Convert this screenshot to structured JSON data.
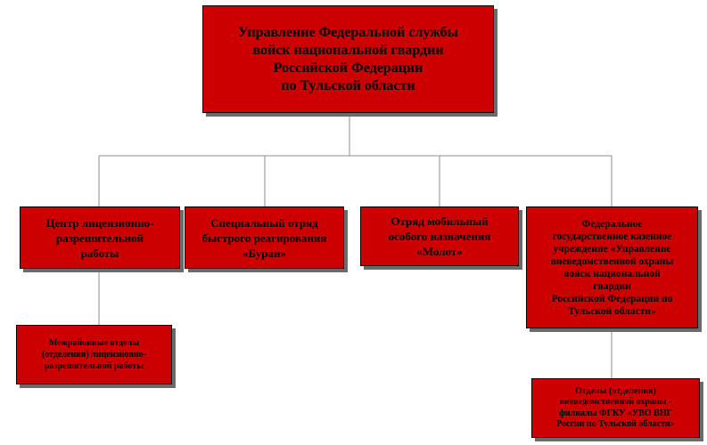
{
  "diagram": {
    "root": {
      "label": "Управление Федеральной службы\nвойск национальной гвардии\nРоссийской Федерации\nпо Тульской области"
    },
    "units": [
      {
        "label": "Центр лицензионно-\nразрешительной\nработы",
        "sub_units": [
          {
            "label": "Межрайонные отделы\n(отделения) лицензионно-\nразрешительной работы"
          }
        ]
      },
      {
        "label": "Специальный отряд\nбыстрого реагирования\n«Буран»"
      },
      {
        "label": "Отряд мобильный\nособого назначения\n«Молот»"
      },
      {
        "label": "Федеральное\nгосударственное казенное\nучреждение «Управление\nвневедомственной охраны\nвойск национальной\nгвардии\nРоссийской Федерации по\nТульской области»",
        "sub_units": [
          {
            "label": "Отделы (отделения)\nвневедомственной охраны -\nфилиалы ФГКУ «УВО ВНГ\nРоссии по Тульской области»"
          }
        ]
      }
    ]
  },
  "colors": {
    "box_fill": "#cc0000",
    "box_border": "#000000",
    "shadow": "#6b6b6b",
    "connector": "#8c8c8c"
  }
}
